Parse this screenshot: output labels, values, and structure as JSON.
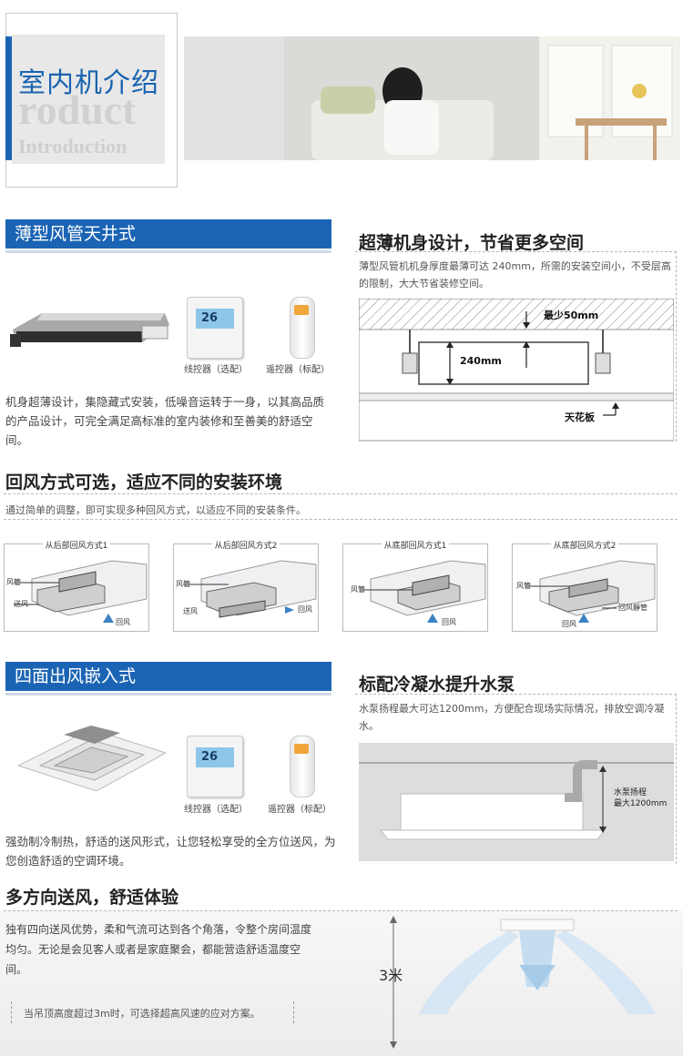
{
  "header": {
    "title": "室内机介绍",
    "word1": "roduct",
    "word2": "Introduction"
  },
  "section1": {
    "bar_title": "薄型风管天井式",
    "wall_controller_caption": "线控器（选配）",
    "hand_remote_caption": "遥控器（标配）",
    "controller_display": "26",
    "description": "机身超薄设计，集隐藏式安装，低噪音运转于一身，以其高品质的产品设计，可完全满足高标准的室内装修和至善美的舒适空间。"
  },
  "slim": {
    "title": "超薄机身设计，节省更多空间",
    "description": "薄型风管机机身厚度最薄可达 240mm，所需的安装空间小，不受层高的限制，大大节省装修空间。",
    "min_label": "最少50mm",
    "height_label": "240mm",
    "ceiling_label": "天花板"
  },
  "return_air": {
    "title": "回风方式可选，适应不同的安装环境",
    "description": "通过简单的调整，即可实现多种回风方式，以适应不同的安装条件。",
    "diagrams": [
      {
        "title": "从后部回风方式1",
        "duct": "风管",
        "supply": "送风",
        "return": "回风"
      },
      {
        "title": "从后部回风方式2",
        "duct": "风管",
        "supply": "送风",
        "return": "回风"
      },
      {
        "title": "从底部回风方式1",
        "duct": "风管",
        "supply": "",
        "return": "回风"
      },
      {
        "title": "从底部回风方式2",
        "duct": "风管",
        "supply": "",
        "return": "回风",
        "extra": "回风靜管"
      }
    ]
  },
  "section2": {
    "bar_title": "四面出风嵌入式",
    "wall_controller_caption": "线控器（选配）",
    "hand_remote_caption": "遥控器（标配）",
    "controller_display": "26",
    "description": "强劲制冷制热，舒适的送风形式，让您轻松享受的全方位送风，为您创造舒适的空调环境。"
  },
  "pump": {
    "title": "标配冷凝水提升水泵",
    "description": "水泵扬程最大可达1200mm，方便配合现场实际情况，排放空调冷凝水。",
    "label_line1": "水泵扬程",
    "label_line2": "最大1200mm"
  },
  "multi": {
    "title": "多方向送风，舒适体验",
    "description": "独有四向送风优势，柔和气流可达到各个角落，令整个房间温度均匀。无论是会见客人或者是家庭聚会，都能营造舒适温度空间。",
    "height_label": "3米",
    "note": "当吊顶高度超过3m时，可选择超高风速的应对方案。"
  }
}
